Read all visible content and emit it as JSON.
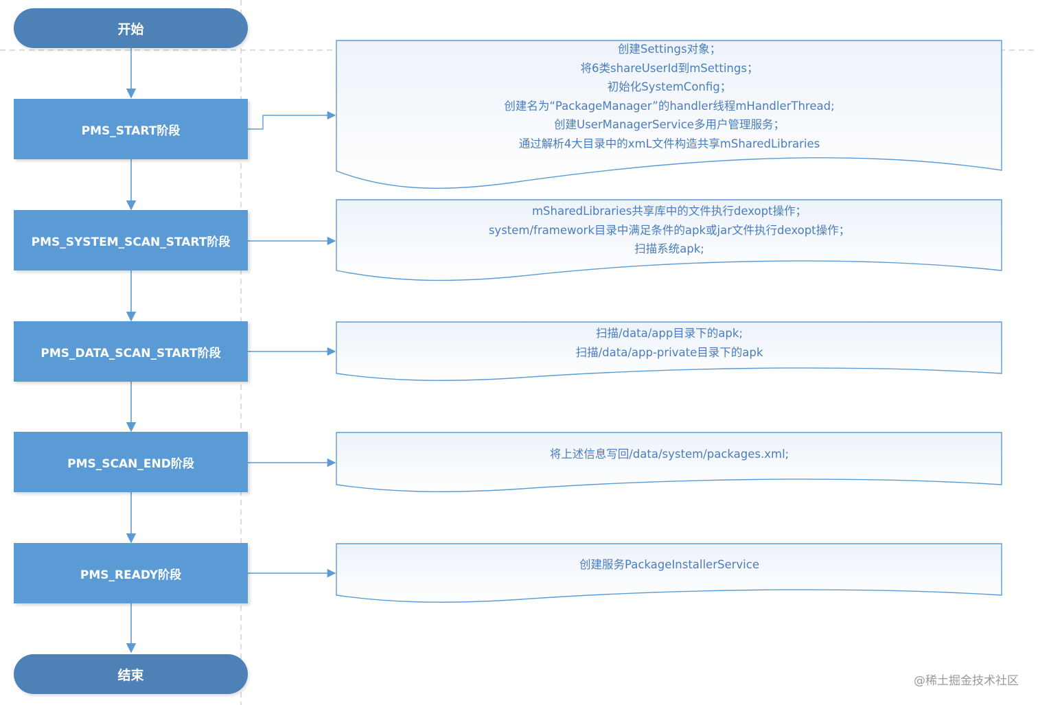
{
  "flow": {
    "start_label": "开始",
    "end_label": "结束",
    "stages": [
      {
        "label": "PMS_START阶段",
        "details": [
          "创建Settings对象；",
          "将6类shareUserId到mSettings；",
          "初始化SystemConfig；",
          "创建名为“PackageManager”的handler线程mHandlerThread;",
          "创建UserManagerService多用户管理服务；",
          "通过解析4大目录中的xmL文件构造共享mSharedLibraries"
        ]
      },
      {
        "label": "PMS_SYSTEM_SCAN_START阶段",
        "details": [
          "mSharedLibraries共享库中的文件执行dexopt操作；",
          "system/framework目录中满足条件的apk或jar文件执行dexopt操作；",
          "扫描系统apk;"
        ]
      },
      {
        "label": "PMS_DATA_SCAN_START阶段",
        "details": [
          "扫描/data/app目录下的apk;",
          "扫描/data/app-private目录下的apk"
        ]
      },
      {
        "label": "PMS_SCAN_END阶段",
        "details": [
          "将上述信息写回/data/system/packages.xml;"
        ]
      },
      {
        "label": "PMS_READY阶段",
        "details": [
          "创建服务PackageInstallerService"
        ]
      }
    ]
  },
  "watermark": "@稀土掘金技术社区",
  "colors": {
    "terminal_fill": "#4e82b7",
    "stage_fill": "#5b9bd5",
    "connector": "#5b9bd5",
    "doc_border": "#5b9bd5",
    "doc_text": "#4a7dbd"
  }
}
